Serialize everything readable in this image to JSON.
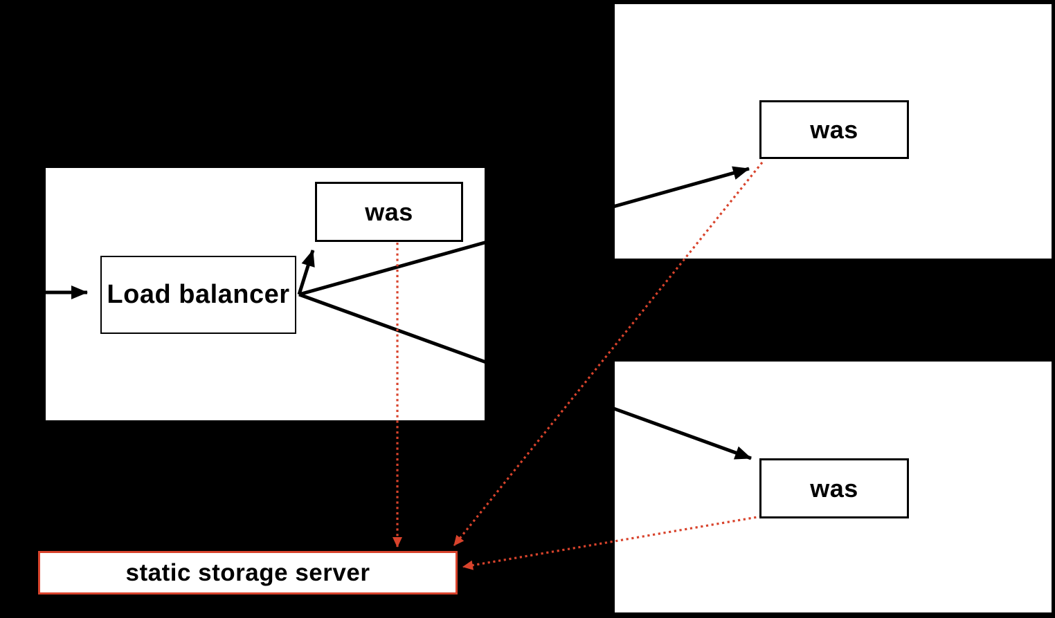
{
  "diagram": {
    "type": "architecture-diagram",
    "background": "#000000",
    "colors": {
      "panel_fill": "#ffffff",
      "node_fill": "#ffffff",
      "node_border": "#000000",
      "storage_border": "#d8432c",
      "solid_edge": "#000000",
      "dotted_edge": "#d8432c",
      "text": "#000000"
    },
    "nodes": {
      "was_left": {
        "label": "was"
      },
      "load_balancer": {
        "label": "Load balancer"
      },
      "was_top_right": {
        "label": "was"
      },
      "was_bottom_right": {
        "label": "was"
      },
      "static_storage": {
        "label": "static storage server"
      }
    },
    "groups": [
      {
        "id": "panel-left",
        "contains": [
          "load_balancer",
          "was_left"
        ]
      },
      {
        "id": "panel-top-right",
        "contains": [
          "was_top_right"
        ]
      },
      {
        "id": "panel-bottom-right",
        "contains": [
          "was_bottom_right"
        ]
      }
    ],
    "edges": [
      {
        "from": "external-left",
        "to": "load_balancer",
        "style": "solid-black-arrow"
      },
      {
        "from": "load_balancer",
        "to": "was_left",
        "style": "solid-black-arrow"
      },
      {
        "from": "load_balancer",
        "to": "was_top_right",
        "style": "solid-black-arrow"
      },
      {
        "from": "load_balancer",
        "to": "was_bottom_right",
        "style": "solid-black-arrow"
      },
      {
        "from": "was_left",
        "to": "static_storage",
        "style": "dotted-red-arrow"
      },
      {
        "from": "was_top_right",
        "to": "static_storage",
        "style": "dotted-red-arrow"
      },
      {
        "from": "was_bottom_right",
        "to": "static_storage",
        "style": "dotted-red-arrow"
      }
    ]
  }
}
